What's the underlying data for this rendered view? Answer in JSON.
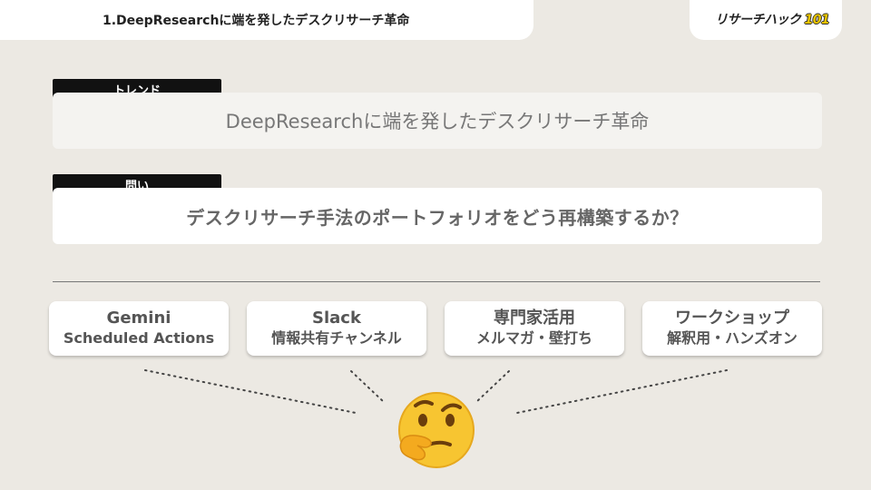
{
  "header": {
    "title": "1.DeepResearchに端を発したデスクリサーチ革命",
    "logo_text": "リサーチハック",
    "logo_number": "101"
  },
  "trend": {
    "tag": "トレンド",
    "text": "DeepResearchに端を発したデスクリサーチ革命"
  },
  "question": {
    "tag": "問い",
    "text": "デスクリサーチ手法のポートフォリオをどう再構築するか？"
  },
  "cards": [
    {
      "line1": "Gemini",
      "line2": "Scheduled Actions"
    },
    {
      "line1": "Slack",
      "line2": "情報共有チャンネル"
    },
    {
      "line1": "専門家活用",
      "line2": "メルマガ・壁打ち"
    },
    {
      "line1": "ワークショップ",
      "line2": "解釈用・ハンズオン"
    }
  ],
  "thinking_emoji": "🤔",
  "icons": {
    "thinking": "thinking-face-icon"
  },
  "colors": {
    "background": "#ece9e3",
    "tag": "#111111",
    "logo_accent": "#e8c400"
  }
}
